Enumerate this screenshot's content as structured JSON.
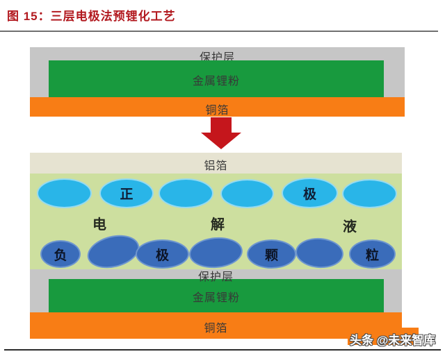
{
  "figure": {
    "title": "图 15：三层电极法预锂化工艺"
  },
  "diagram_top": {
    "protective_layer": "保护层",
    "lithium_powder": "金属锂粉",
    "copper_foil": "铜箔"
  },
  "diagram_bottom": {
    "aluminum_foil": "铝箔",
    "electrolyte_chars": [
      "电",
      "解",
      "液"
    ],
    "cathode_row": [
      "",
      "正",
      "",
      "",
      "极",
      ""
    ],
    "anode_row": [
      "负",
      "",
      "极",
      "",
      "颗",
      "",
      "粒"
    ],
    "protective_layer": "保护层",
    "lithium_powder": "金属锂粉",
    "copper_foil": "铜箔"
  },
  "watermark": {
    "badge": "头条",
    "handle": "@未来智库",
    "full": "头条 @未来智库"
  },
  "colors": {
    "title-red": "#b2191f",
    "rule-top": "#6f6f6f",
    "rule-bottom": "#2b2b2b",
    "gray": "#c6c6c6",
    "green": "#189a3e",
    "orange": "#f87d15",
    "beige": "#e6e3d1",
    "light-green": "#cddf9f",
    "cyan": "#29b5e8",
    "cyan-border": "#95daf1",
    "blue": "#3a6cba",
    "blue-border": "#6e96cf",
    "arrow-red": "#c5161c"
  }
}
